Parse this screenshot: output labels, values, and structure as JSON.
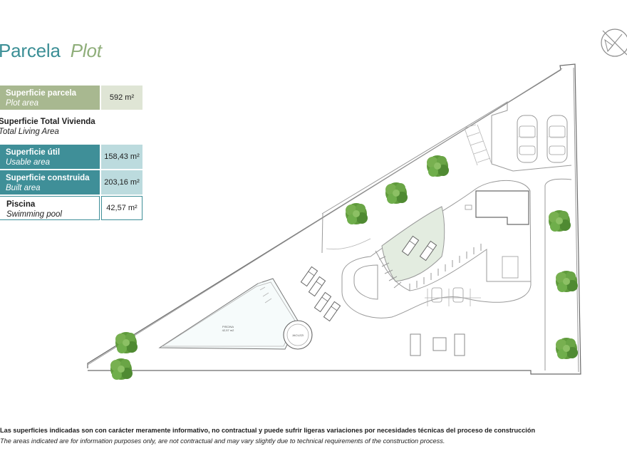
{
  "title": {
    "es": "Parcela",
    "en": "Plot"
  },
  "plot_area": {
    "label_es": "Superficie parcela",
    "label_en": "Plot area",
    "value": "592 m²"
  },
  "total_living": {
    "label_es": "Superficie Total Vivienda",
    "label_en": "Total Living Area"
  },
  "usable_area": {
    "label_es": "Superficie útil",
    "label_en": "Usable area",
    "value": "158,43 m²"
  },
  "built_area": {
    "label_es": "Superficie construida",
    "label_en": "Built area",
    "value": "203,16 m²"
  },
  "pool": {
    "label_es": "Piscina",
    "label_en": "Swimming pool",
    "value": "42,57 m²"
  },
  "plan": {
    "pool_label": "PISCINA",
    "pool_area": "42,57 m2",
    "jacuzzi_label": "JACUZZI"
  },
  "disclaimer": {
    "es": "Las superficies indicadas son con carácter meramente informativo, no contractual y puede sufrir ligeras variaciones por necesidades técnicas del proceso de construcción",
    "en": "The areas indicated are for information purposes only, are not contractual and may vary slightly due to technical requirements of the construction process."
  },
  "colors": {
    "teal": "#3f8f98",
    "sage": "#a8b890",
    "tree": "#5f9a3c",
    "lawn": "#e3ece0"
  },
  "icons": [
    "compass-icon",
    "tree-icon",
    "car-icon",
    "sunbed-icon"
  ]
}
